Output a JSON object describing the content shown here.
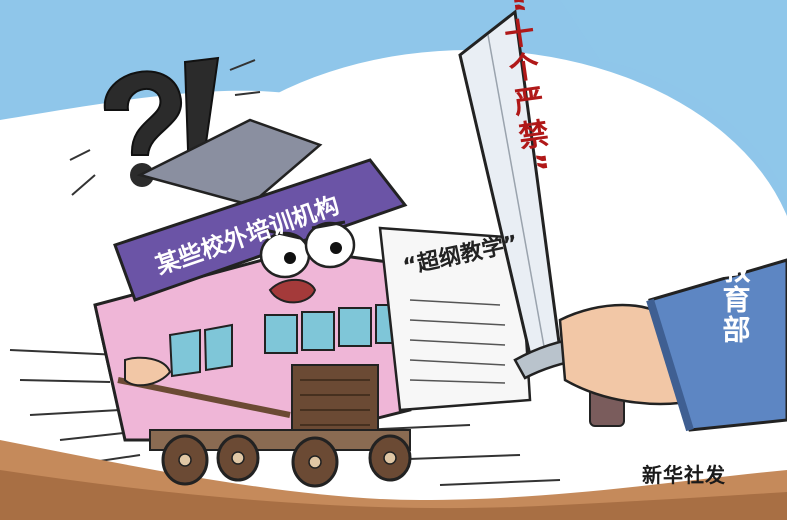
{
  "cartoon": {
    "exclaim": "?!",
    "building_sign": "某些校外培训机构",
    "paper_text": "“超纲教学”",
    "sword_text": "“十个严禁”",
    "sleeve_text": "教育部",
    "credit": "新华社发"
  },
  "colors": {
    "sky": "#8fc6ea",
    "sign": "#6b54a6",
    "building": "#efb6d7",
    "ground": "#c58a5b",
    "sleeve": "#5d86c3",
    "sword": "#e9eef4"
  },
  "icons": [
    "question-exclamation-icon",
    "pointer-stick-icon",
    "wheel-icon"
  ]
}
